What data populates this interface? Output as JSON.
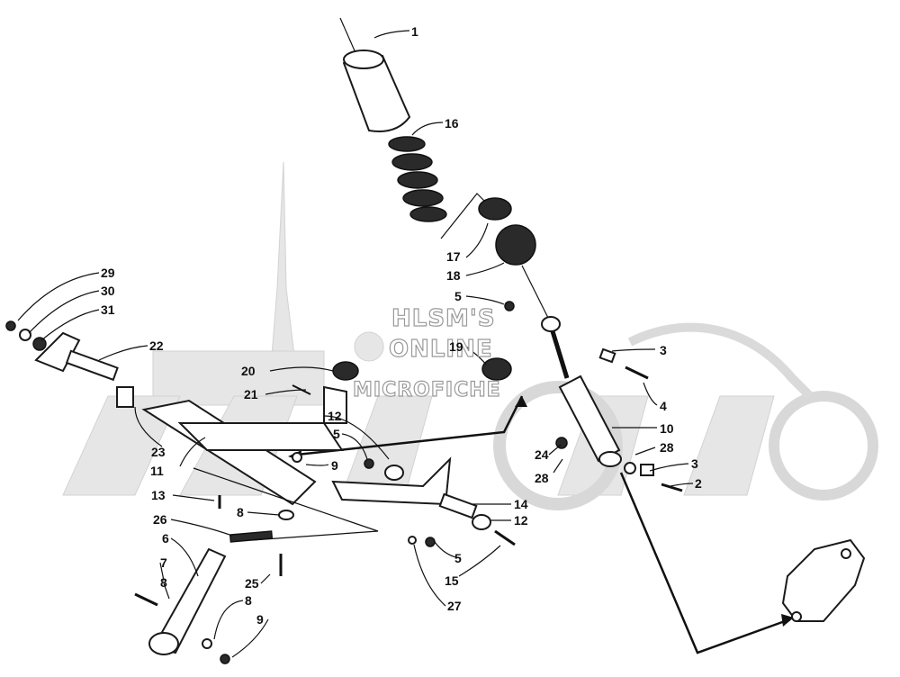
{
  "watermark": {
    "line1": "HLSM'S",
    "line2": "ONLINE",
    "line3": "MICROFICHE"
  },
  "callouts": [
    {
      "id": "1",
      "text": "1"
    },
    {
      "id": "16",
      "text": "16"
    },
    {
      "id": "17",
      "text": "17"
    },
    {
      "id": "18",
      "text": "18"
    },
    {
      "id": "5a",
      "text": "5"
    },
    {
      "id": "19",
      "text": "19"
    },
    {
      "id": "3a",
      "text": "3"
    },
    {
      "id": "4",
      "text": "4"
    },
    {
      "id": "10",
      "text": "10"
    },
    {
      "id": "28a",
      "text": "28"
    },
    {
      "id": "24",
      "text": "24"
    },
    {
      "id": "28b",
      "text": "28"
    },
    {
      "id": "3b",
      "text": "3"
    },
    {
      "id": "2",
      "text": "2"
    },
    {
      "id": "29",
      "text": "29"
    },
    {
      "id": "30",
      "text": "30"
    },
    {
      "id": "31",
      "text": "31"
    },
    {
      "id": "22",
      "text": "22"
    },
    {
      "id": "20",
      "text": "20"
    },
    {
      "id": "21",
      "text": "21"
    },
    {
      "id": "12a",
      "text": "12"
    },
    {
      "id": "5b",
      "text": "5"
    },
    {
      "id": "23",
      "text": "23"
    },
    {
      "id": "11",
      "text": "11"
    },
    {
      "id": "9a",
      "text": "9"
    },
    {
      "id": "13",
      "text": "13"
    },
    {
      "id": "8a",
      "text": "8"
    },
    {
      "id": "14",
      "text": "14"
    },
    {
      "id": "12b",
      "text": "12"
    },
    {
      "id": "26",
      "text": "26"
    },
    {
      "id": "6",
      "text": "6"
    },
    {
      "id": "5c",
      "text": "5"
    },
    {
      "id": "7",
      "text": "7"
    },
    {
      "id": "8b",
      "text": "8"
    },
    {
      "id": "25",
      "text": "25"
    },
    {
      "id": "15",
      "text": "15"
    },
    {
      "id": "8c",
      "text": "8"
    },
    {
      "id": "27",
      "text": "27"
    },
    {
      "id": "9b",
      "text": "9"
    }
  ]
}
